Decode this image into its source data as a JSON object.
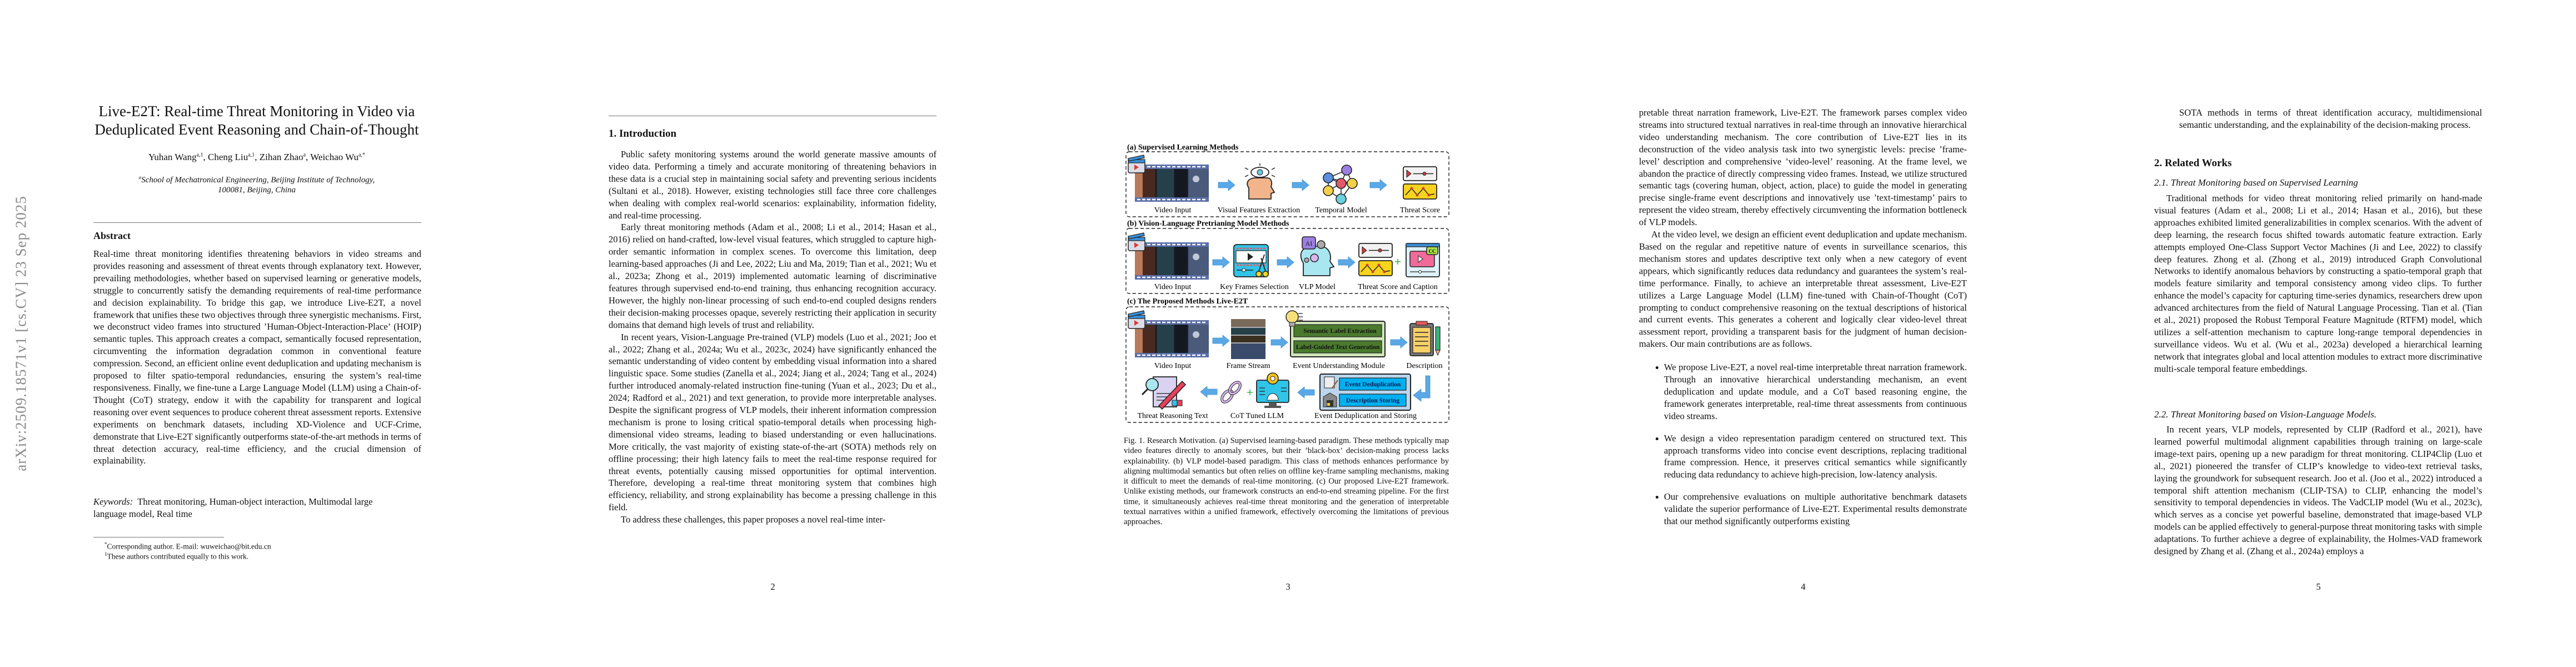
{
  "page1": {
    "arxiv_stamp": "arXiv:2509.18571v1  [cs.CV]  23 Sep 2025",
    "title_line1": "Live-E2T: Real-time Threat Monitoring in Video via",
    "title_line2": "Deduplicated Event Reasoning and Chain-of-Thought",
    "authors": [
      {
        "name": "Yuhan Wang",
        "sup": "a,1"
      },
      {
        "name": "Cheng Liu",
        "sup": "a,1"
      },
      {
        "name": "Zihan Zhao",
        "sup": "a"
      },
      {
        "name": "Weichao Wu",
        "sup": "a,*"
      }
    ],
    "affiliation_sup": "a",
    "affiliation": "School of Mechatronical Engineering, Beijing Institute of Technology, 100081, Beijing, China",
    "abstract_heading": "Abstract",
    "abstract": "Real-time threat monitoring identifies threatening behaviors in video streams and provides reasoning and assessment of threat events through explanatory text. However, prevailing methodologies, whether based on supervised learning or generative models, struggle to concurrently satisfy the demanding requirements of real-time performance and decision explainability. To bridge this gap, we introduce Live-E2T, a novel framework that unifies these two objectives through three synergistic mechanisms. First, we deconstruct video frames into structured ’Human-Object-Interaction-Place’ (HOIP) semantic tuples. This approach creates a compact, semantically focused representation, circumventing the information degradation common in conventional feature compression. Second, an efficient online event deduplication and updating mechanism is proposed to filter spatio-temporal redundancies, ensuring the system’s real-time responsiveness. Finally, we fine-tune a Large Language Model (LLM) using a Chain-of-Thought (CoT) strategy, endow it with the capability for transparent and logical reasoning over event sequences to produce coherent threat assessment reports. Extensive experiments on benchmark datasets, including XD-Violence and UCF-Crime, demonstrate that Live-E2T significantly outperforms state-of-the-art methods in terms of threat detection accuracy, real-time efficiency, and the crucial dimension of explainability.",
    "keywords_label": "Keywords:",
    "keywords": "Threat monitoring, Human-object interaction, Multimodal large language model, Real time",
    "footnote1_mark": "*",
    "footnote1": "Corresponding author. E-mail: wuweichao@bit.edu.cn",
    "footnote2_mark": "1",
    "footnote2": "These authors contributed equally to this work."
  },
  "page2": {
    "heading": "1.  Introduction",
    "paragraphs": [
      "Public safety monitoring systems around the world generate massive amounts of video data. Performing a timely and accurate monitoring of threatening behaviors in these data is a crucial step in maintaining social safety and preventing serious incidents (Sultani et al., 2018). However, existing technologies still face three core challenges when dealing with complex real-world scenarios: explainability, information fidelity, and real-time processing.",
      "Early threat monitoring methods (Adam et al., 2008; Li et al., 2014; Hasan et al., 2016) relied on hand-crafted, low-level visual features, which struggled to capture high-order semantic information in complex scenes. To overcome this limitation, deep learning-based approaches (Ji and Lee, 2022; Liu and Ma, 2019; Tian et al., 2021; Wu et al., 2023a; Zhong et al., 2019) implemented automatic learning of discriminative features through supervised end-to-end training, thus enhancing recognition accuracy. However, the highly non-linear processing of such end-to-end coupled designs renders their decision-making processes opaque, severely restricting their application in security domains that demand high levels of trust and reliability.",
      "In recent years, Vision-Language Pre-trained (VLP) models (Luo et al., 2021; Joo et al., 2022; Zhang et al., 2024a; Wu et al., 2023c, 2024) have significantly enhanced the semantic understanding of video content by embedding visual information into a shared linguistic space. Some studies (Zanella et al., 2024; Jiang et al., 2024; Tang et al., 2024) further introduced anomaly-related instruction fine-tuning (Yuan et al., 2023; Du et al., 2024; Radford et al., 2021) and text generation, to provide more interpretable analyses. Despite the significant progress of VLP models, their inherent information compression mechanism is prone to losing critical spatio-temporal details when processing high-dimensional video streams, leading to biased understanding or even hallucinations. More critically, the vast majority of existing state-of-the-art (SOTA) methods rely on offline processing; their high latency fails to meet the real-time response required for threat events, potentially causing missed opportunities for optimal intervention. Therefore, developing a real-time threat monitoring system that combines high efficiency, reliability, and strong explainability has become a pressing challenge in this field.",
      "To address these challenges, this paper proposes a novel real-time inter-"
    ],
    "page_number": "2"
  },
  "page3": {
    "figure": {
      "panel_a_title": "(a) Supervised Learning Methods",
      "panel_b_title": "(b) Vision-Language Pretrianing Model Methods",
      "panel_c_title": "(c) The Proposed Methods Live-E2T",
      "a_labels": [
        "Video Input",
        "Visual Features Extraction",
        "Temporal Model",
        "Threat Score"
      ],
      "b_labels": [
        "Video Input",
        "Key Frames Selection",
        "VLP Model",
        "Threat Score and Caption"
      ],
      "c_row1_labels": [
        "Video Input",
        "Frame Stream",
        "Event Understanding Module",
        "Description"
      ],
      "c_row2_labels": [
        "Threat Reasoning Text",
        "CoT Tuned LLM",
        "Event Deduplication and Storing"
      ],
      "eum_items": [
        "Semantic Label Extraction",
        "Label-Guided Text Generation"
      ],
      "dedup_items": [
        "Event Deduplication",
        "Description Storing"
      ],
      "ai_badge": "AI",
      "cc_badge": "CC",
      "plus": "+"
    },
    "caption": "Fig. 1. Research Motivation. (a) Supervised learning-based paradigm. These methods typically map video features directly to anomaly scores, but their ’black-box’ decision-making process lacks explainability. (b) VLP model-based paradigm. This class of methods enhances performance by aligning multimodal semantics but often relies on offline key-frame sampling mechanisms, making it difficult to meet the demands of real-time monitoring. (c) Our proposed Live-E2T framework. Unlike existing methods, our framework constructs an end-to-end streaming pipeline. For the first time, it simultaneously achieves real-time threat monitoring and the generation of interpretable textual narratives within a unified framework, effectively overcoming the limitations of previous approaches.",
    "page_number": "3"
  },
  "page4": {
    "paragraphs": [
      "pretable threat narration framework, Live-E2T. The framework parses complex video streams into structured textual narratives in real-time through an innovative hierarchical video understanding mechanism. The core contribution of Live-E2T lies in its deconstruction of the video analysis task into two synergistic levels: precise ’frame-level’ description and comprehensive ’video-level’ reasoning. At the frame level, we abandon the practice of directly compressing video frames. Instead, we utilize structured semantic tags (covering human, object, action, place) to guide the model in generating precise single-frame event descriptions and innovatively use ’text-timestamp’ pairs to represent the video stream, thereby effectively circumventing the information bottleneck of VLP models.",
      "At the video level, we design an efficient event deduplication and update mechanism. Based on the regular and repetitive nature of events in surveillance scenarios, this mechanism stores and updates descriptive text only when a new category of event appears, which significantly reduces data redundancy and guarantees the system’s real-time performance. Finally, to achieve an interpretable threat assessment, Live-E2T utilizes a Large Language Model (LLM) fine-tuned with Chain-of-Thought (CoT) prompting to conduct comprehensive reasoning on the textual descriptions of historical and current events. This generates a coherent and logically clear video-level threat assessment report, providing a transparent basis for the judgment of human decision-makers. Our main contributions are as follows."
    ],
    "bullets": [
      "We propose Live-E2T, a novel real-time interpretable threat narration framework. Through an innovative hierarchical understanding mechanism, an event deduplication and update module, and a CoT based reasoning engine, the framework generates interpretable, real-time threat assessments from continuous video streams.",
      "We design a video representation paradigm centered on structured text. This approach transforms video into concise event descriptions, replacing traditional frame compression. Hence, it preserves critical semantics while significantly reducing data redundancy to achieve high-precision, low-latency analysis.",
      "Our comprehensive evaluations on multiple authoritative benchmark datasets validate the superior performance of Live-E2T. Experimental results demonstrate that our method significantly outperforms existing"
    ],
    "page_number": "4"
  },
  "page5": {
    "bullet_continuation": "SOTA methods in terms of threat identification accuracy, multidimensional semantic understanding, and the explainability of the decision-making process.",
    "heading": "2.  Related Works",
    "sub1_heading": "2.1.  Threat Monitoring based on Supervised Learning",
    "sub1_paragraph": "Traditional methods for video threat monitoring relied primarily on hand-made visual features (Adam et al., 2008; Li et al., 2014; Hasan et al., 2016), but these approaches exhibited limited generalizabilities in complex scenarios. With the advent of deep learning, the research focus shifted towards automatic feature extraction. Early attempts employed One-Class Support Vector Machines (Ji and Lee, 2022) to classify deep features. Zhong et al. (Zhong et al., 2019) introduced Graph Convolutional Networks to identify anomalous behaviors by constructing a spatio-temporal graph that models feature similarity and temporal consistency among video clips. To further enhance the model’s capacity for capturing time-series dynamics, researchers drew upon advanced architectures from the field of Natural Language Processing. Tian et al. (Tian et al., 2021) proposed the Robust Temporal Feature Magnitude (RTFM) model, which utilizes a self-attention mechanism to capture long-range temporal dependencies in surveillance videos. Wu et al. (Wu et al., 2023a) developed a hierarchical learning network that integrates global and local attention modules to extract more discriminative multi-scale temporal feature embeddings.",
    "sub2_heading": "2.2.  Threat Monitoring based on Vision-Language Models.",
    "sub2_paragraph": "In recent years, VLP models, represented by CLIP (Radford et al., 2021), have learned powerful multimodal alignment capabilities through training on large-scale image-text pairs, opening up a new paradigm for threat monitoring. CLIP4Clip (Luo et al., 2021) pioneered the transfer of CLIP’s knowledge to video-text retrieval tasks, laying the groundwork for subsequent research. Joo et al. (Joo et al., 2022) introduced a temporal shift attention mechanism (CLIP-TSA) to CLIP, enhancing the model’s sensitivity to temporal dependencies in videos. The VadCLIP model (Wu et al., 2023c), which serves as a concise yet powerful baseline, demonstrated that image-based VLP models can be applied effectively to general-purpose threat monitoring tasks with simple adaptations. To further achieve a degree of explainability, the Holmes-VAD framework designed by Zhang et al. (Zhang et al., 2024a) employs a",
    "page_number": "5"
  },
  "colors": {
    "arrow_blue": "#5aa9e6",
    "eum_green": "#4a7a2e",
    "eum_bg": "#cfe6b8",
    "dedup_blue": "#00b0f0",
    "dedup_bg": "#bcd6ee",
    "film_blue": "#5a6ea8"
  }
}
